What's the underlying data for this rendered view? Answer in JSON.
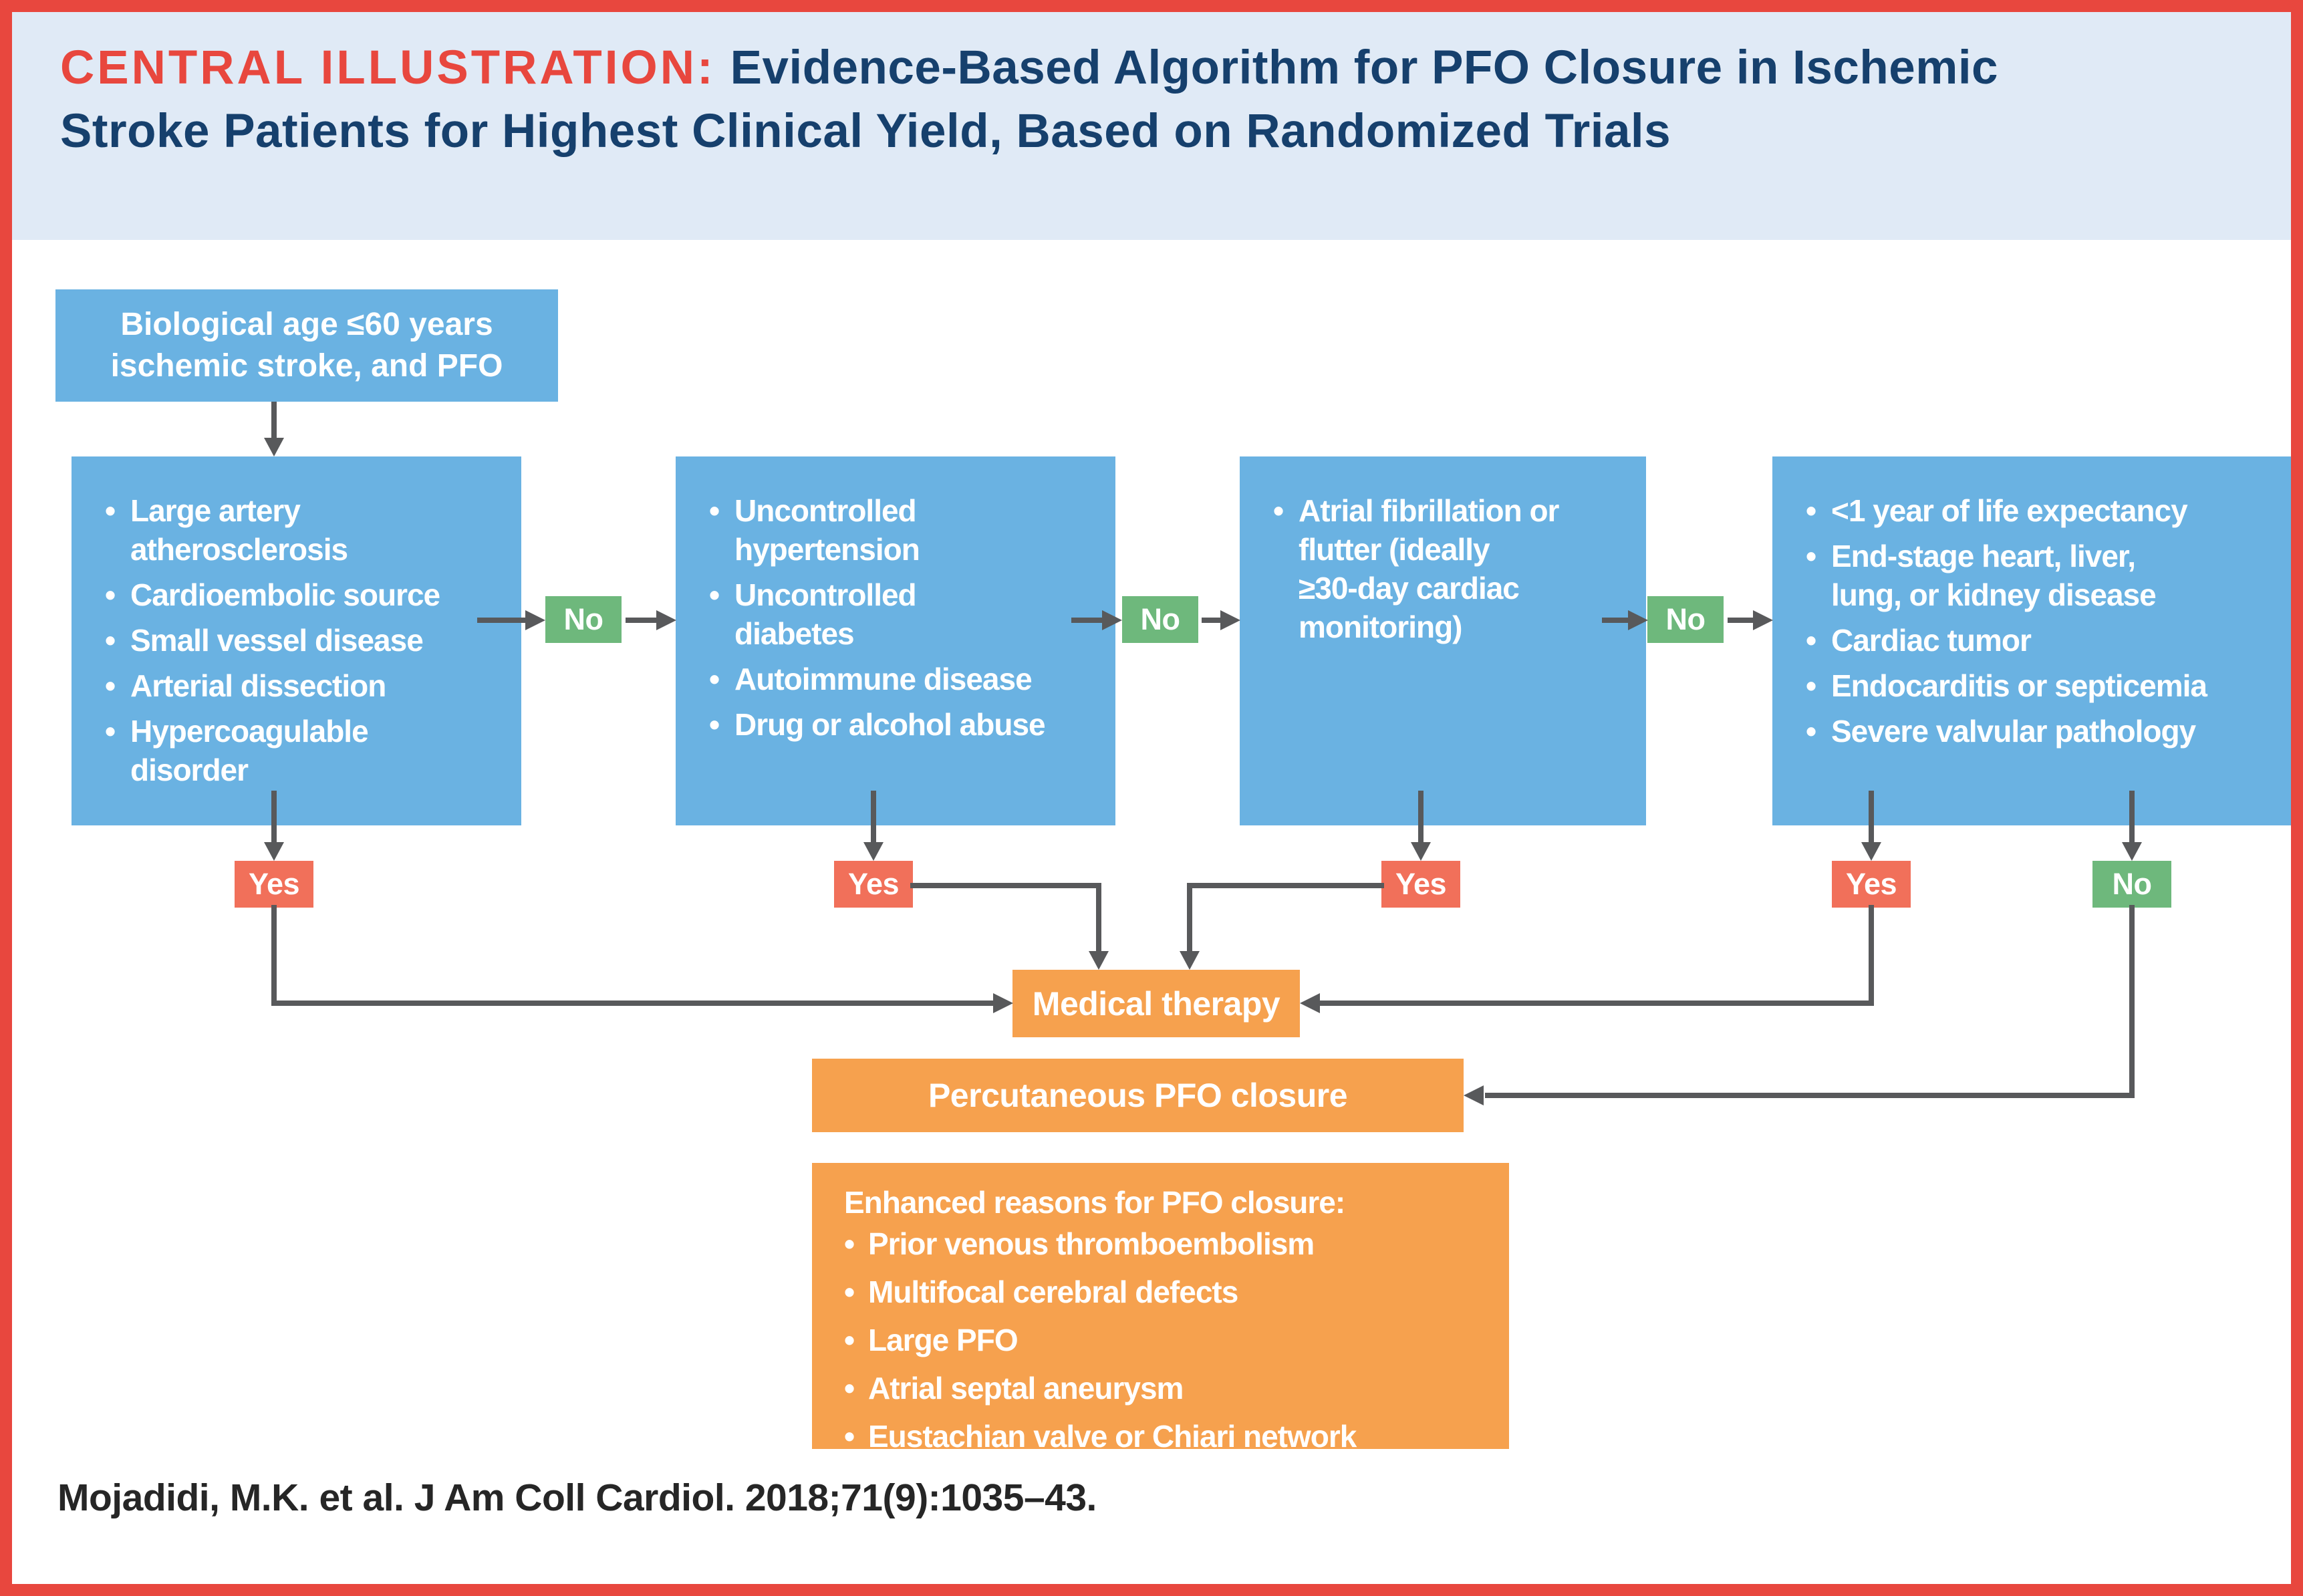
{
  "header": {
    "prefix": "CENTRAL ILLUSTRATION:",
    "title": "Evidence-Based Algorithm for PFO Closure in Ischemic Stroke Patients for Highest Clinical Yield, Based on Randomized Trials"
  },
  "entry_box": {
    "text": "Biological age ≤60 years\nischemic stroke, and PFO"
  },
  "labels": {
    "yes": "Yes",
    "no": "No",
    "bullet": "•"
  },
  "exclusion_boxes": [
    {
      "items": [
        "Large artery\natherosclerosis",
        "Cardioembolic source",
        "Small vessel disease",
        "Arterial dissection",
        "Hypercoagulable\ndisorder"
      ]
    },
    {
      "items": [
        "Uncontrolled\nhypertension",
        "Uncontrolled\ndiabetes",
        "Autoimmune disease",
        "Drug or alcohol abuse"
      ]
    },
    {
      "items": [
        "Atrial fibrillation or\nflutter (ideally\n≥30-day cardiac\nmonitoring)"
      ]
    },
    {
      "items": [
        "<1 year of life expectancy",
        "End-stage heart, liver,\nlung, or kidney disease",
        "Cardiac tumor",
        "Endocarditis or septicemia",
        "Severe valvular pathology"
      ]
    }
  ],
  "outcomes": {
    "medical_therapy": "Medical therapy",
    "pfo_closure": "Percutaneous PFO closure"
  },
  "enhanced_box": {
    "heading": "Enhanced reasons for PFO closure:",
    "items": [
      "Prior venous thromboembolism",
      "Multifocal cerebral defects",
      "Large PFO",
      "Atrial septal aneurysm",
      "Eustachian valve or Chiari network"
    ]
  },
  "citation": "Mojadidi, M.K. et al. J Am Coll Cardiol. 2018;71(9):1035–43.",
  "colors": {
    "frame_red": "#e8473e",
    "title_navy": "#16406d",
    "header_bg": "#e0eaf6",
    "criteria_blue": "#6ab2e2",
    "no_green": "#6eb87c",
    "yes_red": "#f1705a",
    "outcome_orange": "#f6a14e",
    "connector_gray": "#58595b",
    "citation_dark": "#262626",
    "text_white": "#ffffff"
  }
}
